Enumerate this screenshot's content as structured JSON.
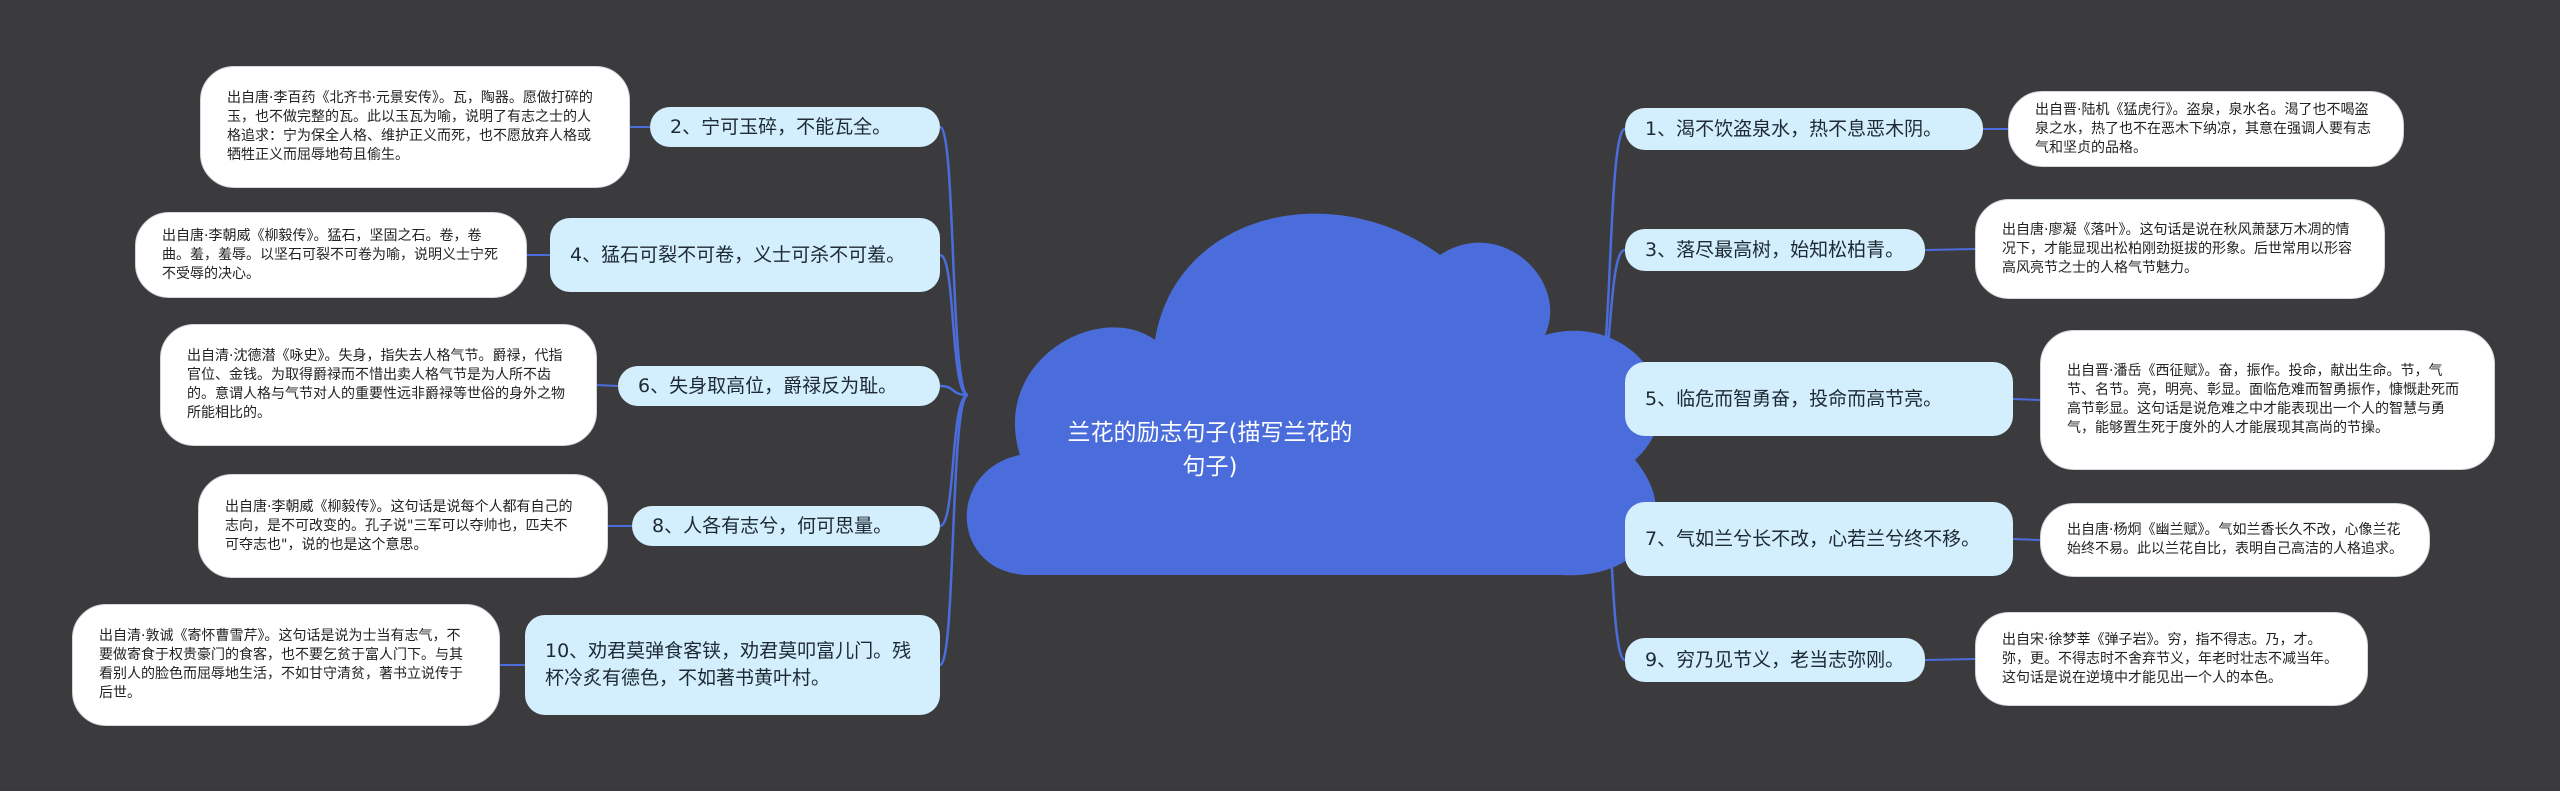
{
  "root": {
    "title": "兰花的励志句子(描写兰花的句子)"
  },
  "colors": {
    "background": "#3b3b3d",
    "cloud": "#4a6ddb",
    "connector": "#4a6ddb",
    "branch_fill": "#d3eefc",
    "note_fill": "#ffffff"
  },
  "branches": [
    {
      "text": "2、宁可玉碎，不能瓦全。",
      "note": "出自唐·李百药《北齐书·元景安传》。瓦，陶器。愿做打碎的玉，也不做完整的瓦。此以玉瓦为喻，说明了有志之士的人格追求：宁为保全人格、维护正义而死，也不愿放弃人格或牺牲正义而屈辱地苟且偷生。"
    },
    {
      "text": "4、猛石可裂不可卷，义士可杀不可羞。",
      "note": "出自唐·李朝威《柳毅传》。猛石，坚固之石。卷，卷曲。羞，羞辱。以坚石可裂不可卷为喻，说明义士宁死不受辱的决心。"
    },
    {
      "text": "6、失身取高位，爵禄反为耻。",
      "note": "出自清·沈德潜《咏史》。失身，指失去人格气节。爵禄，代指官位、金钱。为取得爵禄而不惜出卖人格气节是为人所不齿的。意谓人格与气节对人的重要性远非爵禄等世俗的身外之物所能相比的。"
    },
    {
      "text": "8、人各有志兮，何可思量。",
      "note": "出自唐·李朝威《柳毅传》。这句话是说每个人都有自己的志向，是不可改变的。孔子说\"三军可以夺帅也，匹夫不可夺志也\"，说的也是这个意思。"
    },
    {
      "text": "10、劝君莫弹食客铗，劝君莫叩富儿门。残杯冷炙有德色，不如著书黄叶村。",
      "note": "出自清·敦诚《寄怀曹雪芹》。这句话是说为士当有志气，不要做寄食于权贵豪门的食客，也不要乞贫于富人门下。与其看别人的脸色而屈辱地生活，不如甘守清贫，著书立说传于后世。"
    },
    {
      "text": "1、渴不饮盗泉水，热不息恶木阴。",
      "note": "出自晋·陆机《猛虎行》。盗泉，泉水名。渴了也不喝盗泉之水，热了也不在恶木下纳凉，其意在强调人要有志气和坚贞的品格。"
    },
    {
      "text": "3、落尽最高树，始知松柏青。",
      "note": "出自唐·廖凝《落叶》。这句话是说在秋风萧瑟万木凋的情况下，才能显现出松柏刚劲挺拔的形象。后世常用以形容高风亮节之士的人格气节魅力。"
    },
    {
      "text": "5、临危而智勇奋，投命而高节亮。",
      "note": "出自晋·潘岳《西征赋》。奋，振作。投命，献出生命。节，气节、名节。亮，明亮、彰显。面临危难而智勇振作，慷慨赴死而高节彰显。这句话是说危难之中才能表现出一个人的智慧与勇气，能够置生死于度外的人才能展现其高尚的节操。"
    },
    {
      "text": "7、气如兰兮长不改，心若兰兮终不移。",
      "note": "出自唐·杨炯《幽兰赋》。气如兰香长久不改，心像兰花始终不易。此以兰花自比，表明自己高洁的人格追求。"
    },
    {
      "text": "9、穷乃见节义，老当志弥刚。",
      "note": "出自宋·徐梦莘《弹子岩》。穷，指不得志。乃，才。弥，更。不得志时不舍弃节义，年老时壮志不减当年。这句话是说在逆境中才能见出一个人的本色。"
    }
  ]
}
